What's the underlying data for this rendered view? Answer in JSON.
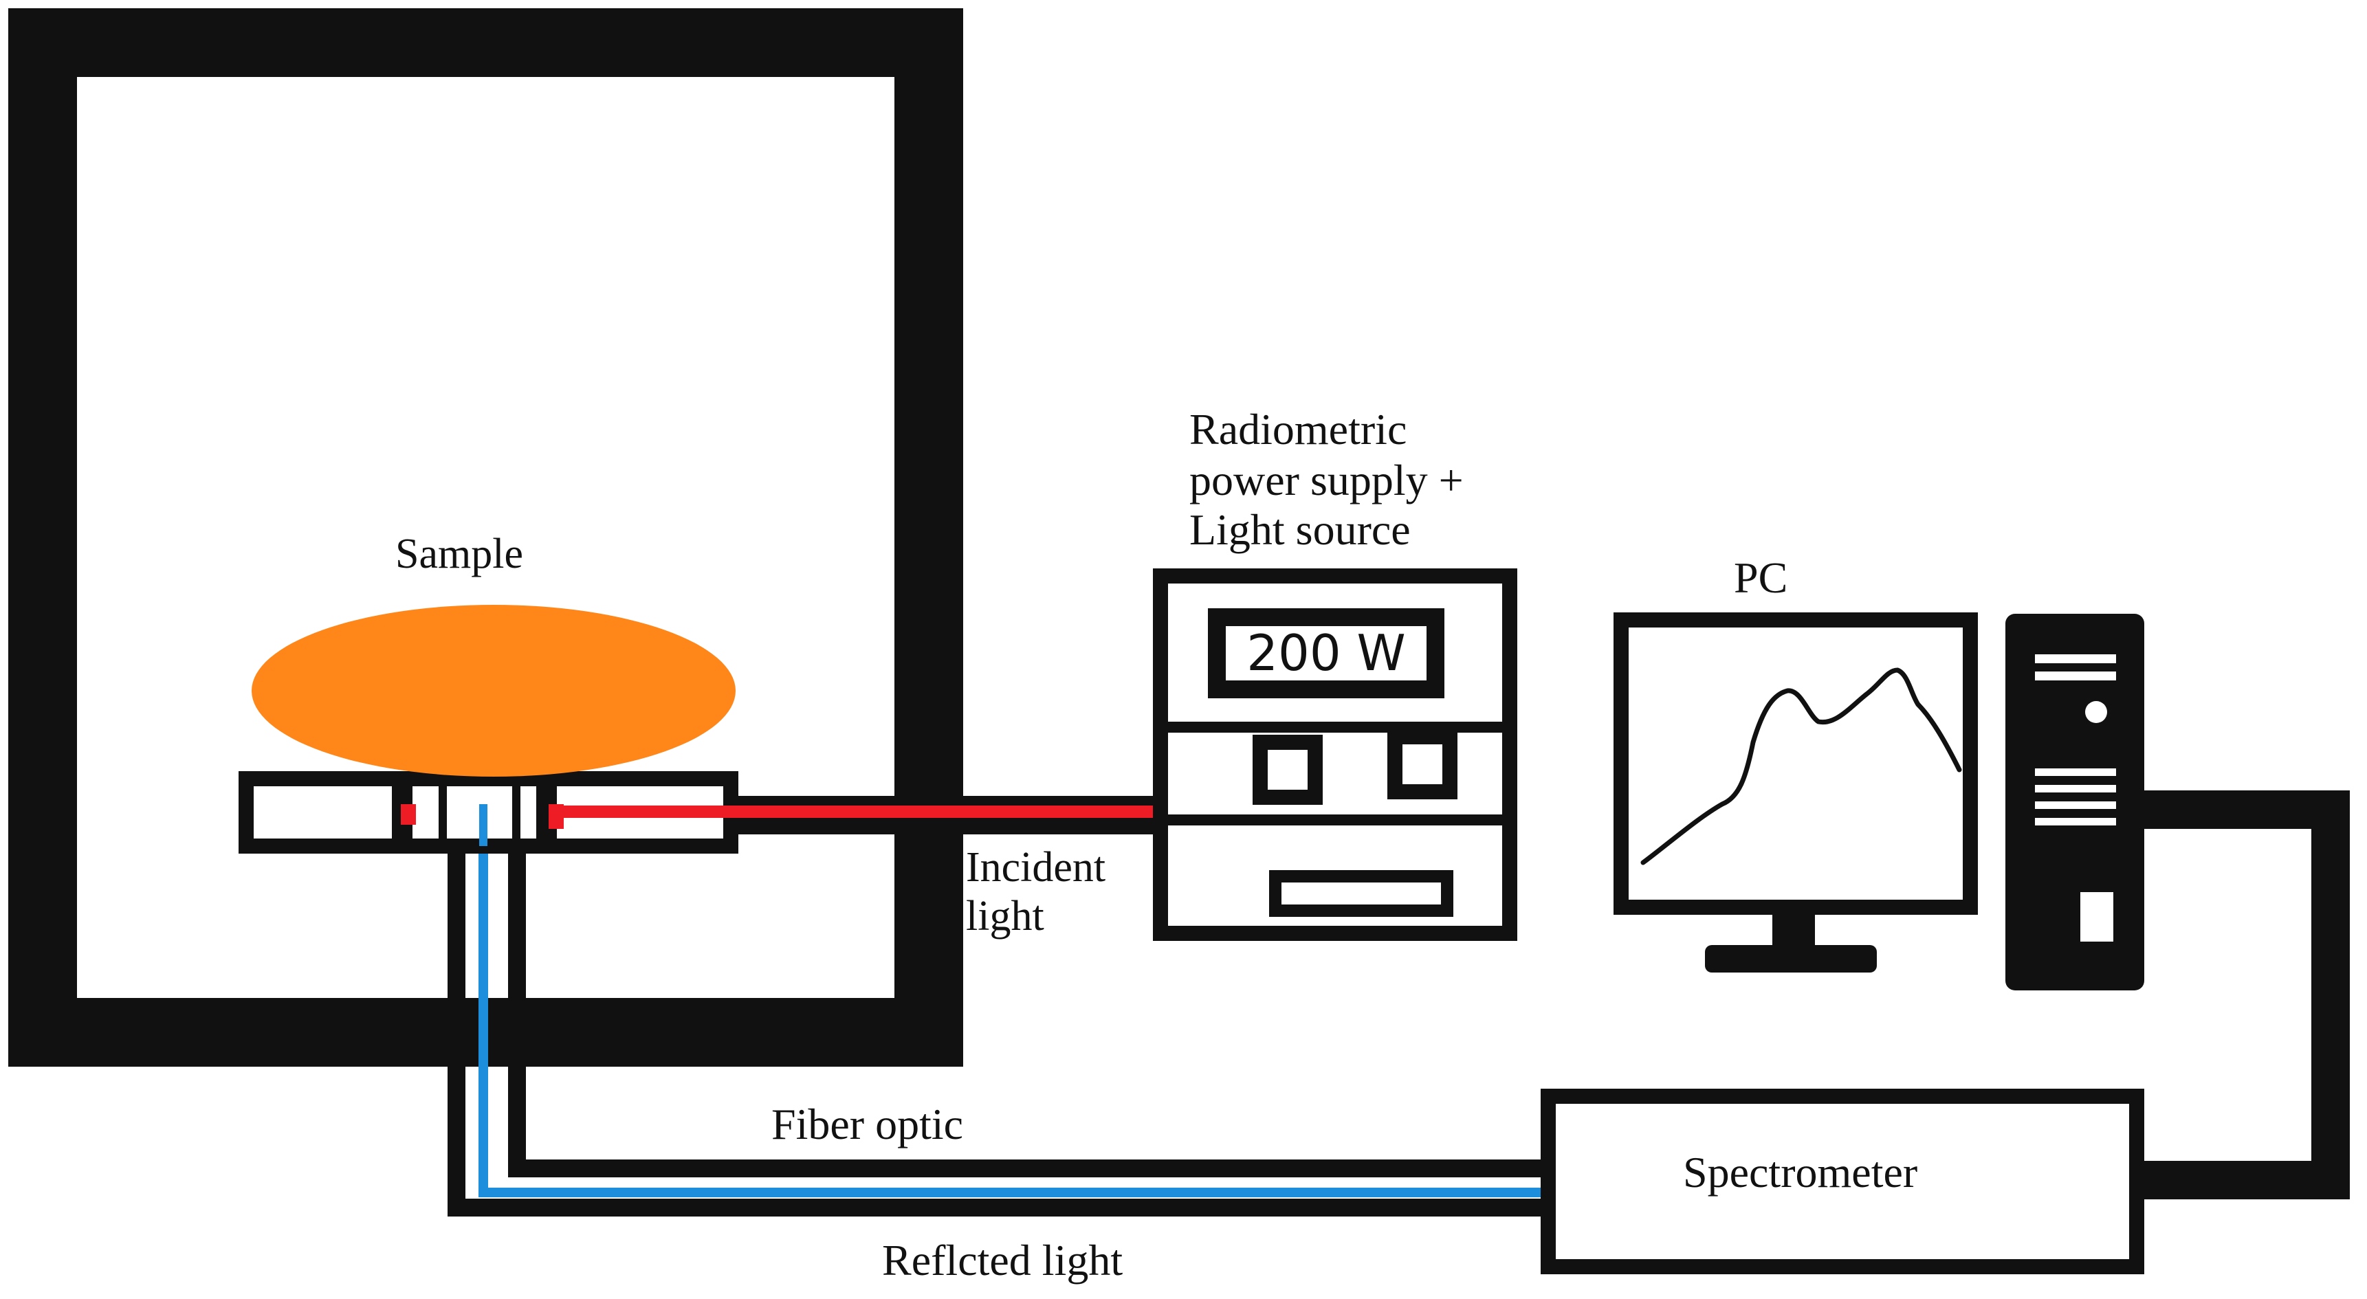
{
  "labels": {
    "sample": "Sample",
    "power_supply_line1": "Radiometric",
    "power_supply_line2": "power supply +",
    "power_supply_line3": "Light source",
    "power_display": "200 W",
    "pc": "PC",
    "incident_line1": "Incident",
    "incident_line2": "light",
    "fiber_optic": "Fiber optic",
    "spectrometer": "Spectrometer",
    "reflected_light": "Reflcted light"
  },
  "colors": {
    "frame": "#111111",
    "sample": "#FF8619",
    "incident_light": "#EE1C24",
    "reflected_light": "#1C8EDB",
    "background": "#FFFFFF"
  },
  "icons": {
    "monitor": "monitor-icon",
    "computer_tower": "computer-tower-icon",
    "spectrum_curve": "spectrum-curve-icon"
  }
}
